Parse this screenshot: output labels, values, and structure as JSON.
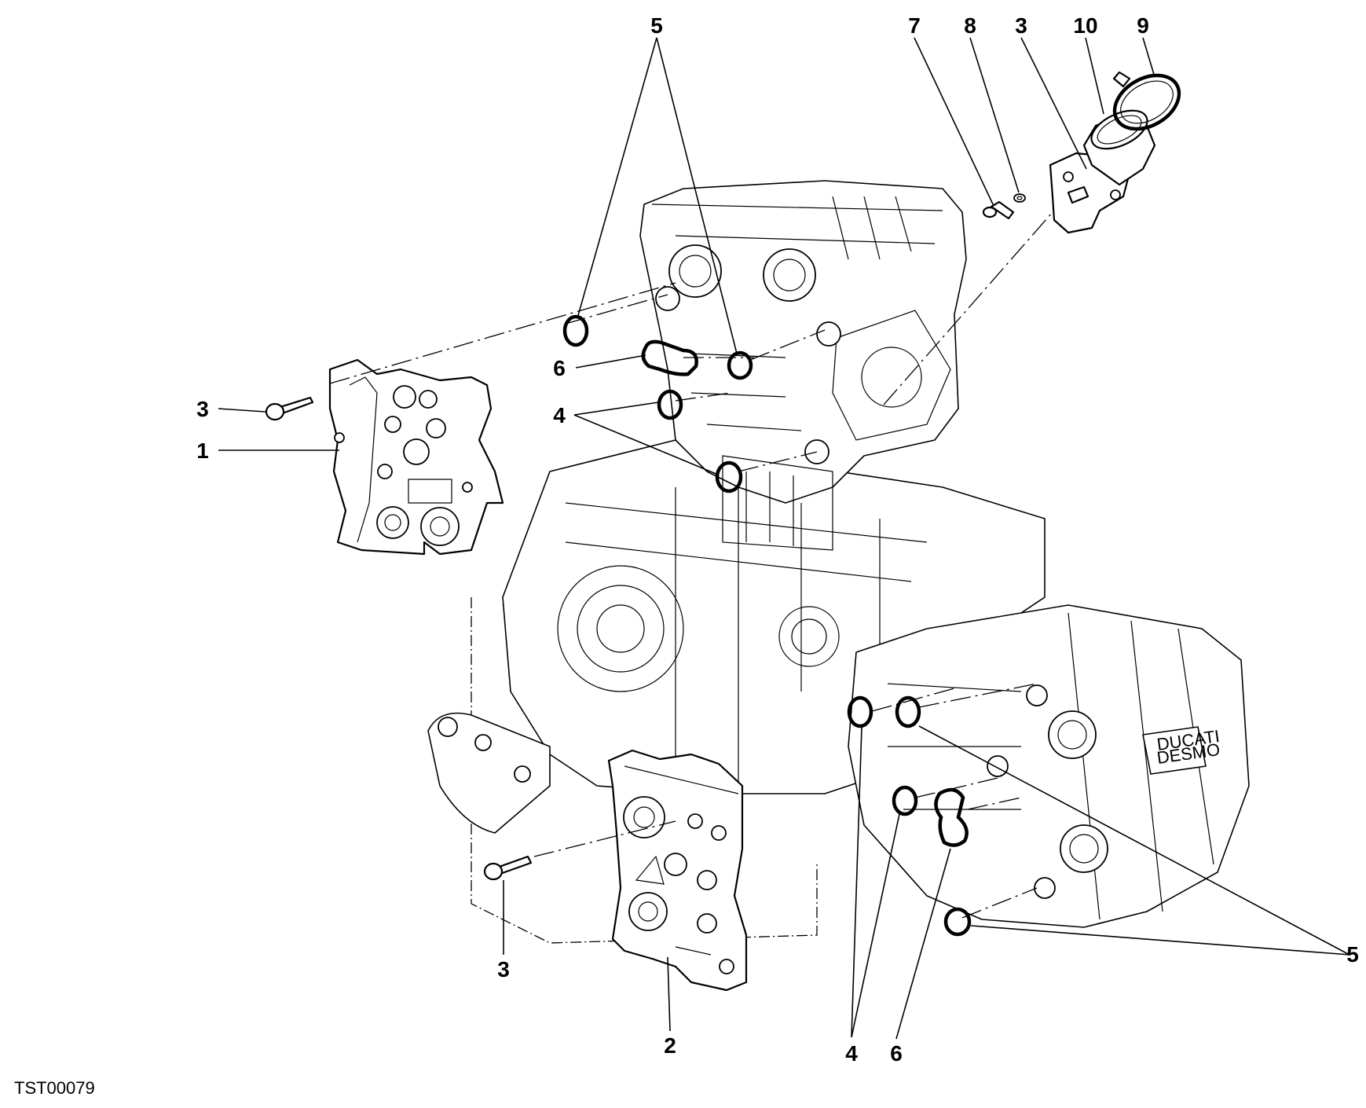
{
  "drawing": {
    "reference_code": "TST00079",
    "engine_badge_line1": "DUCATI",
    "engine_badge_line2": "DESMO"
  },
  "callouts": [
    {
      "id": "c-5-top",
      "text": "5"
    },
    {
      "id": "c-7",
      "text": "7"
    },
    {
      "id": "c-8",
      "text": "8"
    },
    {
      "id": "c-3-top",
      "text": "3"
    },
    {
      "id": "c-10",
      "text": "10"
    },
    {
      "id": "c-9",
      "text": "9"
    },
    {
      "id": "c-6-top",
      "text": "6"
    },
    {
      "id": "c-4-top",
      "text": "4"
    },
    {
      "id": "c-3-left",
      "text": "3"
    },
    {
      "id": "c-1",
      "text": "1"
    },
    {
      "id": "c-3-bottom",
      "text": "3"
    },
    {
      "id": "c-2",
      "text": "2"
    },
    {
      "id": "c-4-bottom",
      "text": "4"
    },
    {
      "id": "c-6-bottom",
      "text": "6"
    },
    {
      "id": "c-5-right",
      "text": "5"
    }
  ]
}
